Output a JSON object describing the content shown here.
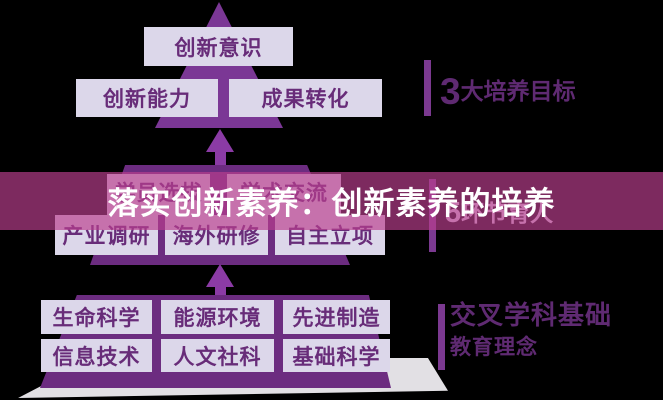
{
  "banner": {
    "text": "落实创新素养：创新素养的培养"
  },
  "pyramid": {
    "tier1": {
      "label_number": "3",
      "label_text": "大培养目标",
      "top_box": "创新意识",
      "left_box": "创新能力",
      "right_box": "成果转化"
    },
    "tier2": {
      "label_number": "5",
      "label_text": "环节育人",
      "row1": [
        "学员选拔",
        "学术交流"
      ],
      "row2": [
        "产业调研",
        "海外研修",
        "自主立项"
      ]
    },
    "tier3": {
      "label_line1": "交叉学科基础",
      "label_line2": "教育理念",
      "row1": [
        "生命科学",
        "能源环境",
        "先进制造"
      ],
      "row2": [
        "信息技术",
        "人文社科",
        "基础科学"
      ]
    }
  },
  "colors": {
    "background": "#000000",
    "banner_overlay": "#BB3F8E",
    "banner_text": "#FFFFFF",
    "pyramid_triangle": "#7B3795",
    "trapezoid": "#6C2C80",
    "arrow": "#8B3BA5",
    "side_bar": "#7B3990",
    "box_fill": "#DCD7EA",
    "box_text": "#682C79",
    "side_label_text": "#5F2A72",
    "base_platform": "#E2E0E4"
  }
}
